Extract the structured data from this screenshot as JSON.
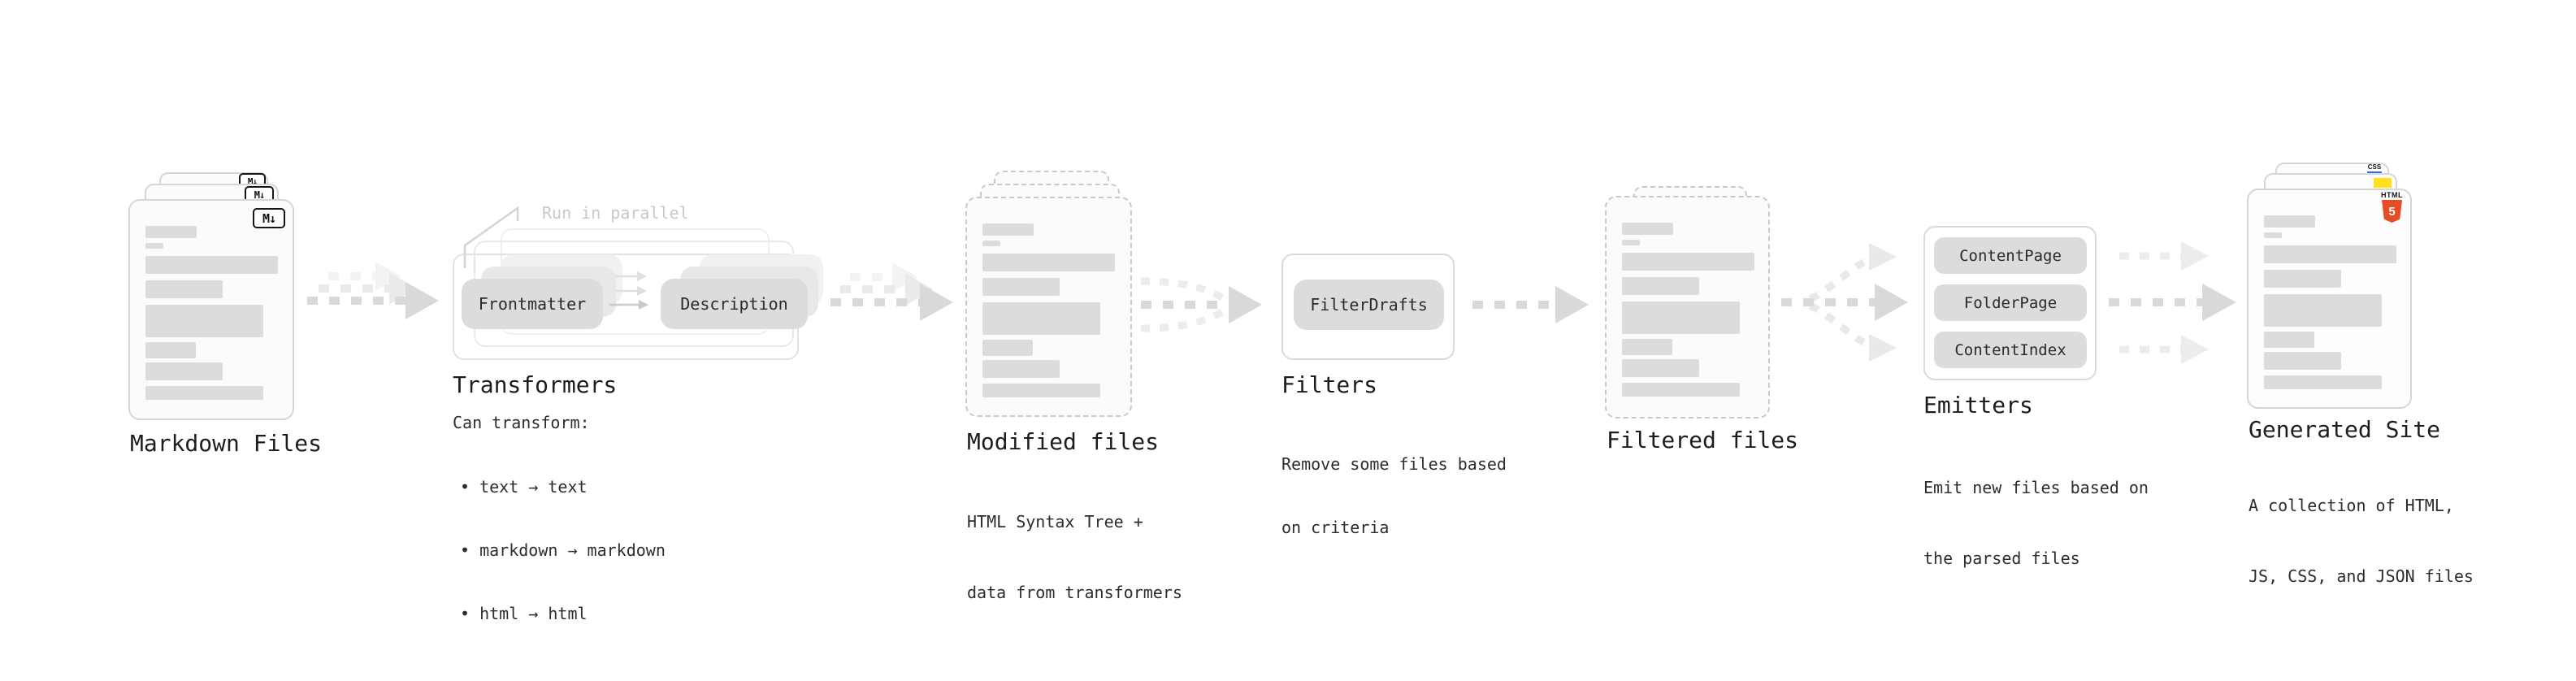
{
  "markdown_files": {
    "label": "Markdown Files",
    "badge": "M↓"
  },
  "transformers": {
    "parallel_note": "Run in parallel",
    "steps": [
      "Frontmatter",
      "Description"
    ],
    "heading": "Transformers",
    "description_title": "Can transform:",
    "bullets": [
      "• text → text",
      "• markdown → markdown",
      "• html → html"
    ]
  },
  "modified_files": {
    "heading": "Modified files",
    "subtitle_lines": [
      "HTML Syntax Tree +",
      "data from transformers"
    ]
  },
  "filters": {
    "steps": [
      "FilterDrafts"
    ],
    "heading": "Filters",
    "subtitle_lines": [
      "Remove some files based",
      "on criteria"
    ]
  },
  "filtered_files": {
    "heading": "Filtered files"
  },
  "emitters": {
    "steps": [
      "ContentPage",
      "FolderPage",
      "ContentIndex"
    ],
    "heading": "Emitters",
    "subtitle_lines": [
      "Emit new files based on",
      "the parsed files"
    ]
  },
  "generated_site": {
    "heading": "Generated Site",
    "subtitle_lines": [
      "A collection of HTML,",
      "JS, CSS, and JSON files"
    ],
    "css_label": "CSS",
    "html_label": "HTML",
    "html_number": "5"
  },
  "colors": {
    "html5_orange": "#e44d26",
    "js_yellow": "#ffe01a",
    "css_blue": "#2a6df4",
    "markdown_black": "#161616",
    "arrow_gray": "#d9d9d9",
    "arrow_light": "#ececec"
  }
}
